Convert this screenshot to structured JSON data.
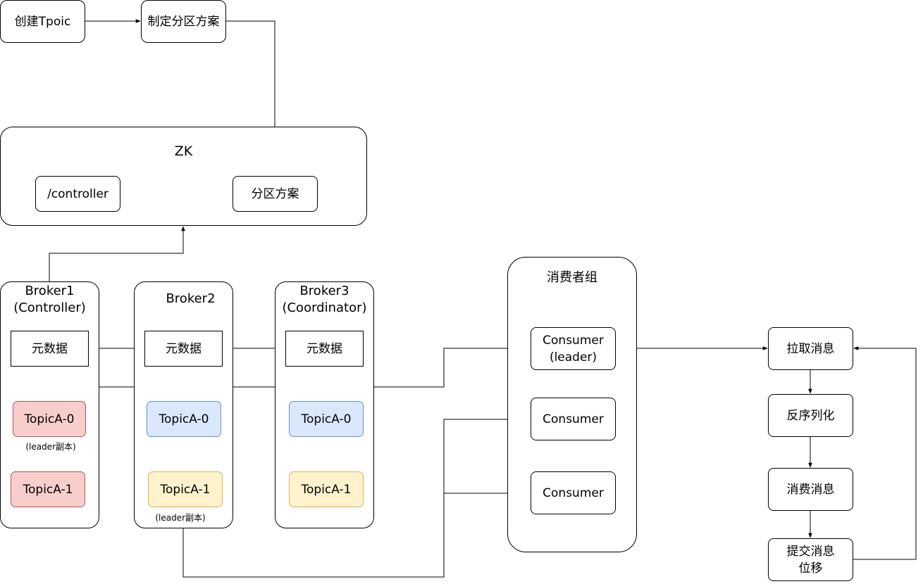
{
  "top": {
    "create_topic": "创建Tpoic",
    "make_plan": "制定分区方案"
  },
  "zk": {
    "title": "ZK",
    "controller": "/controller",
    "partition_plan": "分区方案"
  },
  "brokers": [
    {
      "title": "Broker1\n(Controller)",
      "metadata": "元数据",
      "p0": "TopicA-0",
      "p0_note": "(leader副本)",
      "p1": "TopicA-1"
    },
    {
      "title": "Broker2",
      "metadata": "元数据",
      "p0": "TopicA-0",
      "p1": "TopicA-1",
      "p1_note": "(leader副本)"
    },
    {
      "title": "Broker3\n(Coordinator)",
      "metadata": "元数据",
      "p0": "TopicA-0",
      "p1": "TopicA-1"
    }
  ],
  "consumer_group": {
    "title": "消费者组",
    "leader": "Consumer\n(leader)",
    "c2": "Consumer",
    "c3": "Consumer"
  },
  "flow": {
    "pull": "拉取消息",
    "deserialize": "反序列化",
    "consume": "消费消息",
    "commit": "提交消息\n位移"
  },
  "colors": {
    "red_fill": "#f8cecc",
    "red_stroke": "#b85450",
    "blue_fill": "#dae8fc",
    "blue_stroke": "#6c8ebf",
    "yellow_fill": "#fff2cc",
    "yellow_stroke": "#d6b656"
  }
}
